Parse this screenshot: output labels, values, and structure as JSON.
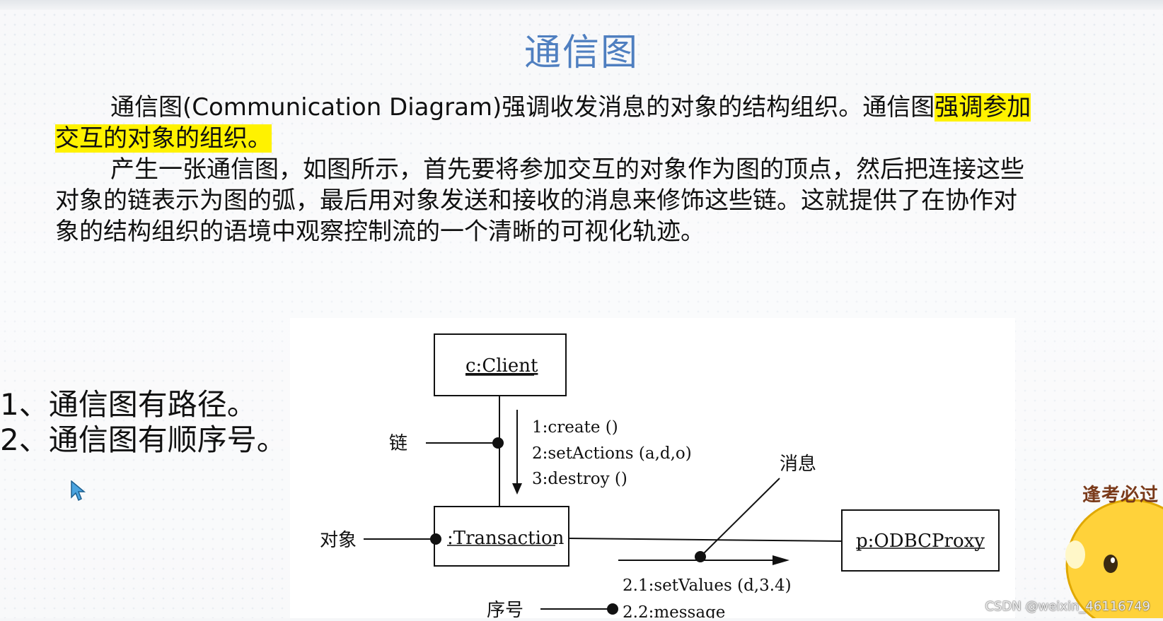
{
  "slide": {
    "title": "通信图",
    "para1_main": "通信图(Communication Diagram)强调收发消息的对象的结构组织。通信图",
    "para1_hl_a": "强调参加",
    "para1_hl_b": "交互的对象的组织。",
    "para2_line1": "产生一张通信图，如图所示，首先要将参加交互的对象作为图的顶点，然后把连接这些",
    "para2_line2": "对象的链表示为图的弧，最后用对象发送和接收的消息来修饰这些链。这就提供了在协作对",
    "para2_line3": "象的结构组织的语境中观察控制流的一个清晰的可视化轨迹。",
    "points": [
      "1、通信图有路径。",
      "2、通信图有顺序号。"
    ]
  },
  "diagram": {
    "objects": {
      "client": "c:Client",
      "transaction": ":Transaction",
      "proxy": "p:ODBCProxy"
    },
    "messages": {
      "m1": "1:create ()",
      "m2": "2:setActions (a,d,o)",
      "m3": "3:destroy ()",
      "m21": "2.1:setValues (d,3.4)",
      "m22": "2.2:message"
    },
    "callouts": {
      "link": "链",
      "message": "消息",
      "object": "对象",
      "sequence": "序号"
    }
  },
  "brand": {
    "text": "逢考必过"
  },
  "watermark": "CSDN @weixin_46116749"
}
